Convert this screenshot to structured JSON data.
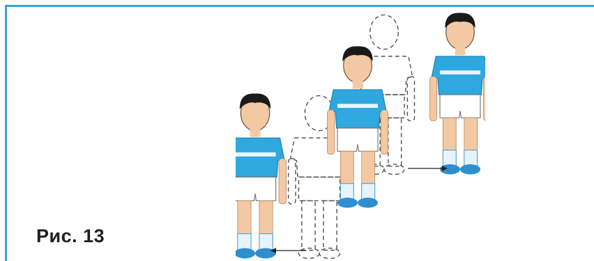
{
  "figure": {
    "caption": "Рис. 13"
  },
  "colors": {
    "frame": "#3aa3d6",
    "shirt": "#2fa8e0",
    "skin": "#f3c9a4",
    "hair": "#1a1a1a",
    "shoes": "#2e8fd0",
    "outline": "#555555"
  },
  "icons": [
    "boy-figure",
    "boy-outline-figure",
    "arrow-right-icon"
  ]
}
